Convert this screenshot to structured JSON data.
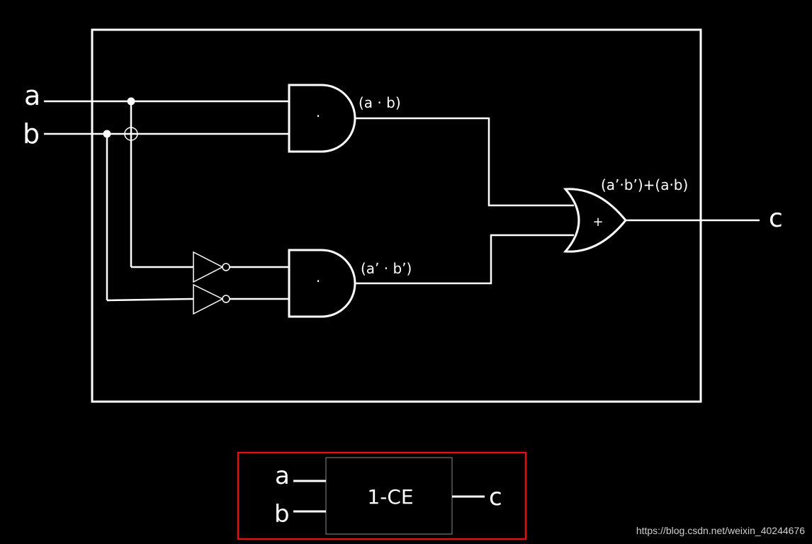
{
  "circuit": {
    "input_a": "a",
    "input_b": "b",
    "output_c": "c",
    "and_top_symbol": "·",
    "and_bottom_symbol": "·",
    "or_symbol": "+",
    "label_ab": "(a · b)",
    "label_nab": "(a’ · b’)",
    "label_or": "(a’·b’)+(a·b)"
  },
  "block": {
    "input_a": "a",
    "input_b": "b",
    "output_c": "c",
    "name": "1-CE",
    "border_color": "#e01010"
  },
  "watermark": "https://blog.csdn.net/weixin_40244676"
}
